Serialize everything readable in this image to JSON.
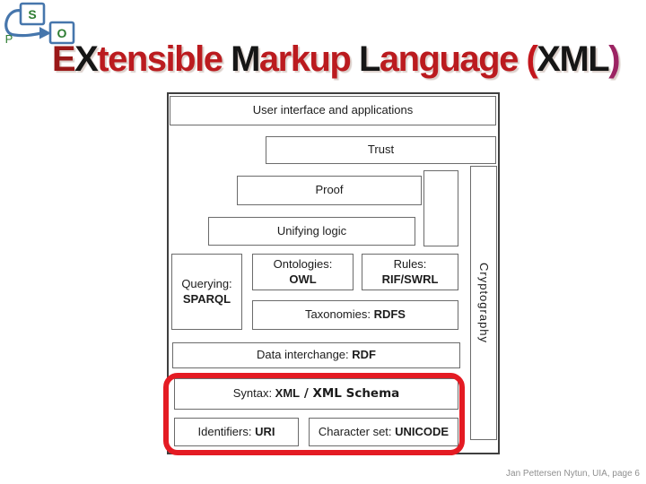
{
  "slide": {
    "title": {
      "full_text": "EXtensible Markup Language (XML)",
      "segments": [
        {
          "text": "E",
          "color": "#9a1818"
        },
        {
          "text": "X",
          "color": "#161616"
        },
        {
          "text": "tensible ",
          "color": "#bb1b1f"
        },
        {
          "text": "M",
          "color": "#161616"
        },
        {
          "text": "arkup ",
          "color": "#bb1b1f"
        },
        {
          "text": "L",
          "color": "#161616"
        },
        {
          "text": "anguage ",
          "color": "#bb1b1f"
        },
        {
          "text": "(",
          "color": "#c3161c"
        },
        {
          "text": "XML",
          "color": "#161616"
        },
        {
          "text": ")",
          "color": "#9c2463"
        }
      ]
    },
    "footer": "Jan Pettersen Nytun, UIA, page 6"
  },
  "spo_icon": {
    "subject": "S",
    "predicate": "P",
    "object": "O",
    "box_border_color": "#4676ac",
    "arrow_color": "#4676ac",
    "letter_color": "#2e7d32"
  },
  "diagram": {
    "highlight_color": "#e41b23",
    "layers": {
      "ui": "User interface and applications",
      "trust": "Trust",
      "proof": "Proof",
      "unifying_logic": "Unifying logic",
      "querying": {
        "label": "Querying:",
        "value": "SPARQL"
      },
      "ontologies": {
        "label": "Ontologies:",
        "value": "OWL"
      },
      "rules": {
        "label": "Rules:",
        "value": "RIF/SWRL"
      },
      "taxonomies": {
        "label": "Taxonomies: ",
        "value": "RDFS"
      },
      "data_interchange": {
        "label": "Data interchange: ",
        "value": "RDF"
      },
      "syntax": {
        "label": "Syntax: ",
        "value": "XML",
        "annotation": " / XML Schema"
      },
      "identifiers": {
        "label": "Identifiers: ",
        "value": "URI"
      },
      "charset": {
        "label": "Character set: ",
        "value": "UNICODE"
      },
      "cryptography": "Cryptography"
    }
  }
}
